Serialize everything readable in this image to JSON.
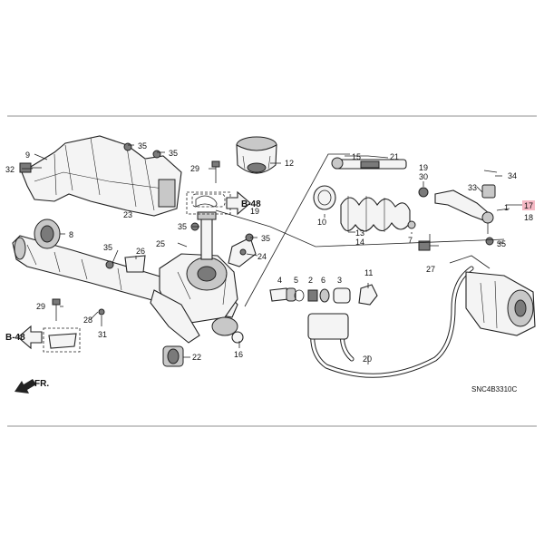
{
  "callouts": {
    "p1": "1",
    "p2": "2",
    "p3": "3",
    "p4": "4",
    "p5": "5",
    "p6": "6",
    "p7": "7",
    "p8": "8",
    "p9": "9",
    "p10": "10",
    "p11": "11",
    "p12": "12",
    "p13": "13",
    "p14": "14",
    "p15": "15",
    "p16": "16",
    "p17": "17",
    "p18": "18",
    "p19": "19",
    "p19b": "19",
    "p20": "20",
    "p21": "21",
    "p22": "22",
    "p23": "23",
    "p24": "24",
    "p25": "25",
    "p26": "26",
    "p27": "27",
    "p28": "28",
    "p29a": "29",
    "p29b": "29",
    "p30": "30",
    "p31": "31",
    "p32": "32",
    "p33": "33",
    "p34": "34",
    "p35a": "35",
    "p35b": "35",
    "p35c": "35",
    "p35d": "35",
    "p35e": "35",
    "p35f": "35"
  },
  "refs": {
    "b48_top": "B-48",
    "b48_left": "B-48",
    "front": "FR."
  },
  "diagram_code": "SNC4B3310C",
  "colors": {
    "ink": "#222222",
    "highlight": "#f5b8c4"
  }
}
